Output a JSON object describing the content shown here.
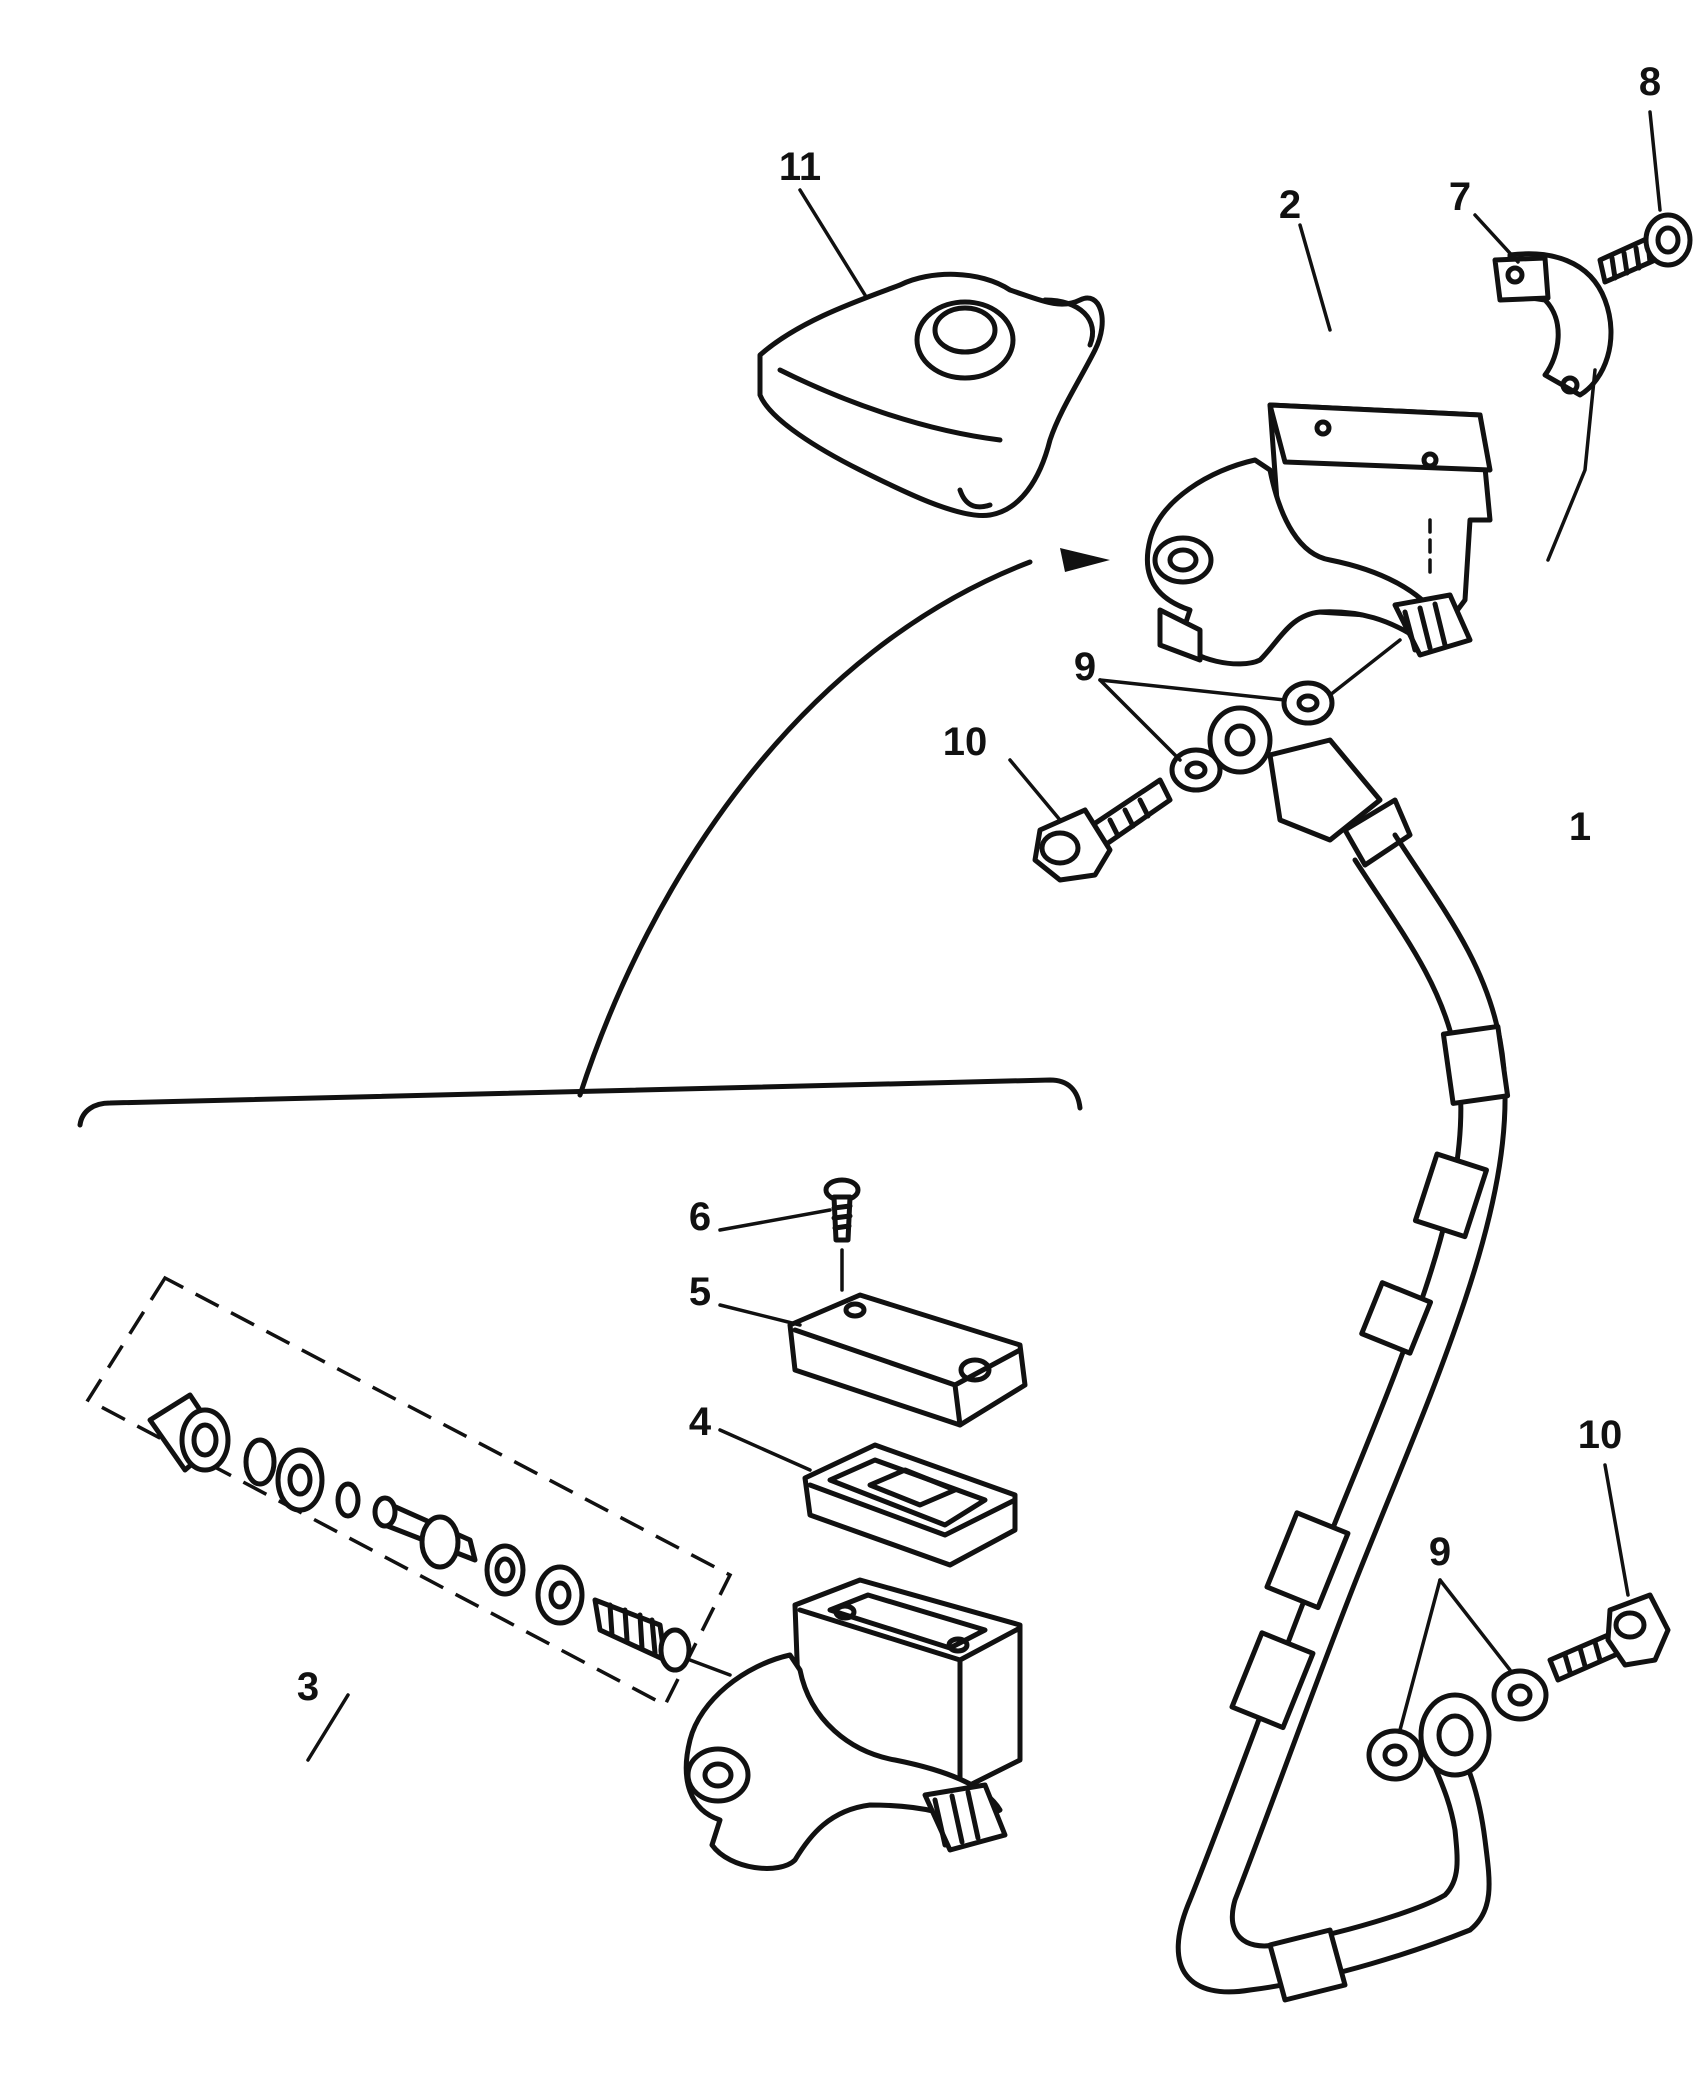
{
  "diagram": {
    "callouts": {
      "c1": "1",
      "c2": "2",
      "c3": "3",
      "c4": "4",
      "c5": "5",
      "c6": "6",
      "c7": "7",
      "c8": "8",
      "c9a": "9",
      "c9b": "9",
      "c10a": "10",
      "c10b": "10",
      "c11": "11"
    }
  }
}
